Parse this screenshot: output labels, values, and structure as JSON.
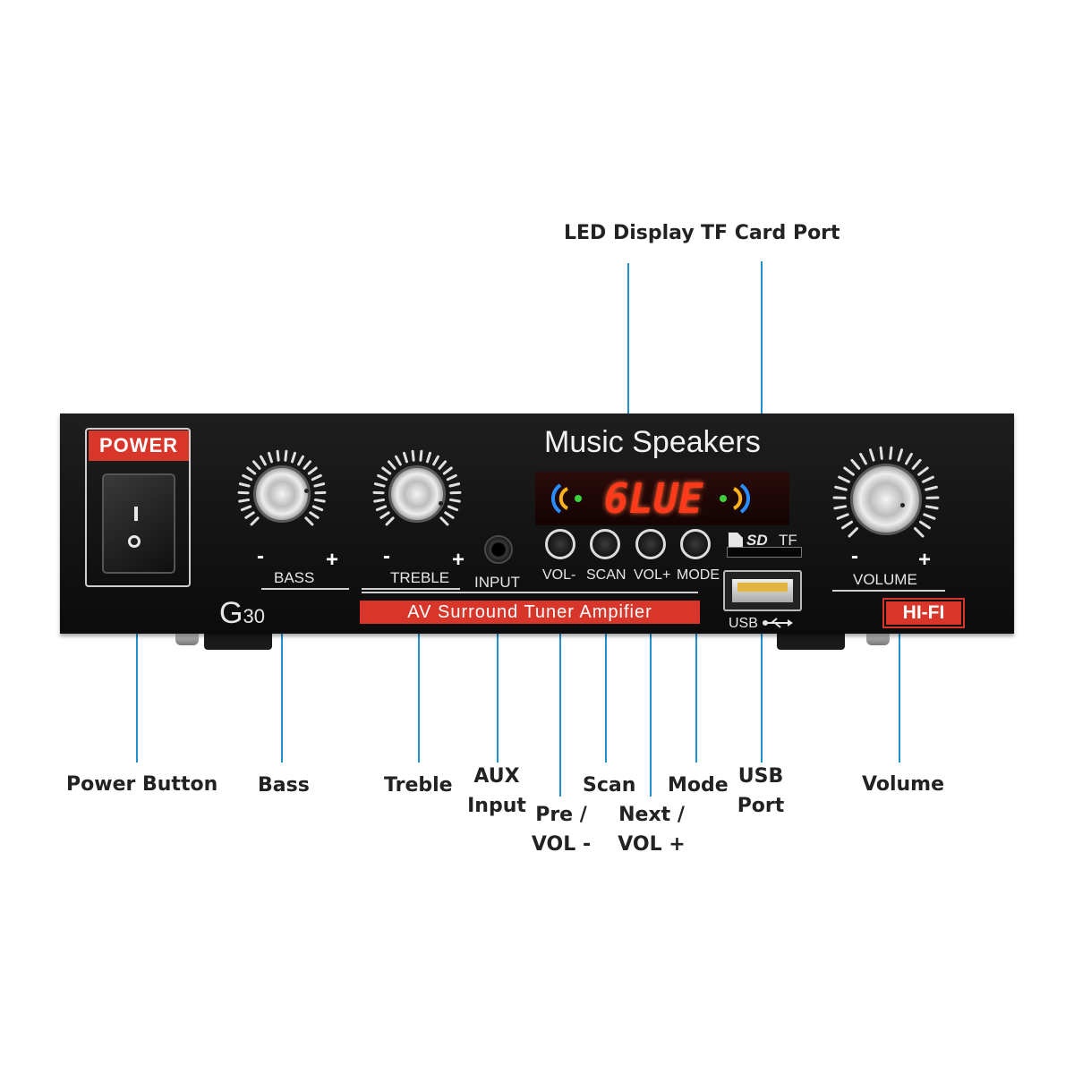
{
  "callouts": {
    "led_display": "LED Display",
    "tf_card_port": "TF Card Port",
    "power_button": "Power Button",
    "bass": "Bass",
    "treble": "Treble",
    "aux_input_line1": "AUX",
    "aux_input_line2": "Input",
    "pre_vol_line1": "Pre /",
    "pre_vol_line2": "VOL -",
    "scan": "Scan",
    "next_vol_line1": "Next /",
    "next_vol_line2": "VOL +",
    "mode": "Mode",
    "usb_port_line1": "USB",
    "usb_port_line2": "Port",
    "volume": "Volume"
  },
  "panel": {
    "power_label": "POWER",
    "title": "Music Speakers",
    "display_text": "6LUE",
    "bass_label": "BASS",
    "treble_label": "TREBLE",
    "input_label": "INPUT",
    "volume_label": "VOLUME",
    "minus": "-",
    "plus": "+",
    "buttons": [
      "VOL-",
      "SCAN",
      "VOL+",
      "MODE"
    ],
    "sd_label": "SD",
    "tf_label": "TF",
    "usb_label": "USB",
    "model": "G",
    "model_sub": "30",
    "subtitle": "AV Surround Tuner Ampifier",
    "hifi": "HI-FI"
  },
  "colors": {
    "leader": "#1e8fd0",
    "accent_red": "#d8362a",
    "display_red": "#ff3a1a"
  }
}
